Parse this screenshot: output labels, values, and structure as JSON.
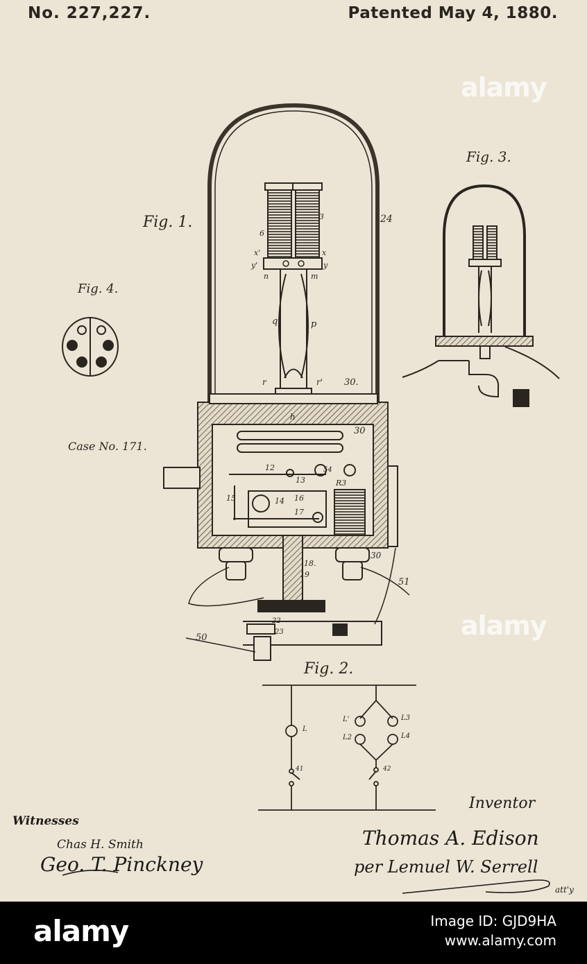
{
  "header": {
    "patent_number": "No. 227,227.",
    "patent_date": "Patented May 4, 1880."
  },
  "figures": {
    "fig1": "Fig. 1.",
    "fig2": "Fig. 2.",
    "fig3": "Fig. 3.",
    "fig4": "Fig. 4."
  },
  "case_label": "Case No. 171.",
  "part_labels": {
    "l24": "24",
    "l30a": "30.",
    "l30b": "30",
    "l30c": "30",
    "l51": "51",
    "l50": "50",
    "l12": "12",
    "l13": "13",
    "l14": "14",
    "l15": "15",
    "l16": "16",
    "l17": "17",
    "l18": "18.",
    "l19": "19",
    "l22": "22",
    "l23": "23",
    "l54": "54",
    "lR3": "R3",
    "l6": "6",
    "l3": "3",
    "lx1": "x'",
    "lx": "x",
    "ly1": "y'",
    "ly": "y",
    "ln": "n",
    "lm": "m",
    "lq": "q",
    "lp": "p",
    "lr1": "r",
    "lr2": "r'",
    "lh": "h",
    "l41": "41",
    "l42": "42",
    "lL": "L",
    "lL1": "L'",
    "lL2": "L2",
    "lL3": "L3",
    "lL4": "L4"
  },
  "signatures": {
    "witnesses_label": "Witnesses",
    "witness_1": "Chas H. Smith",
    "witness_2": "Geo. T. Pinckney",
    "inventor_label": "Inventor",
    "inventor_name": "Thomas A. Edison",
    "attorney": "per Lemuel W. Serrell",
    "attorney_suffix": "att'y"
  },
  "watermarks": {
    "wm_text": "alamy"
  },
  "footer": {
    "logo": "alamy",
    "image_id": "Image ID: GJD9HA",
    "url": "www.alamy.com"
  },
  "colors": {
    "paper": "#ece5d6",
    "ink": "#2a261f",
    "footer_bg": "#000000"
  }
}
